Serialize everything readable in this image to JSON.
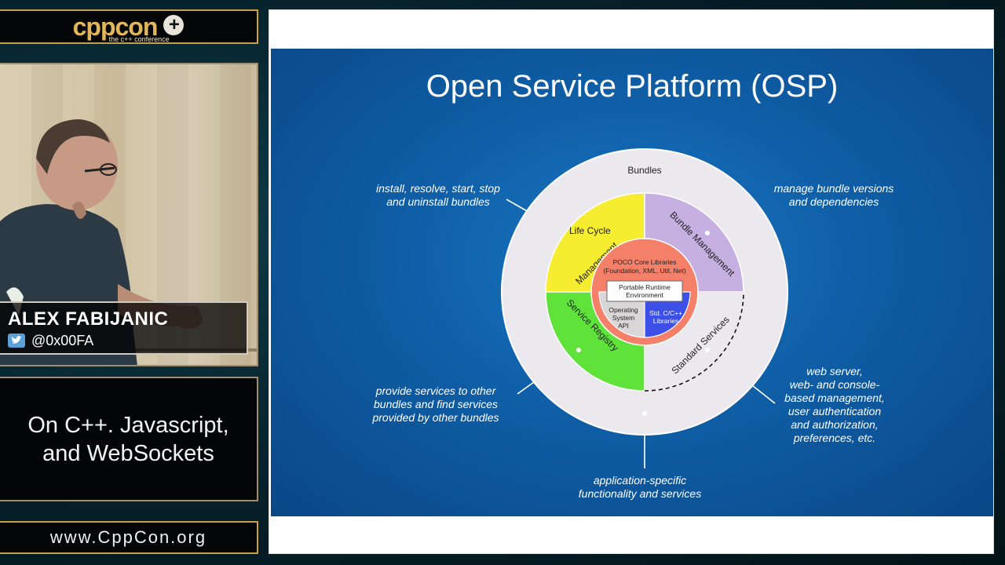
{
  "sidebar": {
    "logo_main": "cppcon",
    "logo_tagline": "the c++ conference",
    "speaker_name": "ALEX FABIJANIC",
    "speaker_handle": "@0x00FA",
    "talk_title_line1": "On C++. Javascript,",
    "talk_title_line2": "and WebSockets",
    "url": "www.CppCon.org"
  },
  "slide": {
    "title": "Open Service Platform (OSP)",
    "ring_label": "Bundles",
    "quadrants": {
      "top_left": "Life Cycle Management",
      "top_left_l1": "Life Cycle",
      "top_left_l2": "Management",
      "top_right": "Bundle Management",
      "bottom_left": "Service Registry",
      "bottom_right": "Standard Services"
    },
    "core": {
      "line1": "POCO Core Libraries",
      "line2": "(Foundation, XML, Util, Net)",
      "runtime_l1": "Portable Runtime",
      "runtime_l2": "Environment",
      "os_l1": "Operating",
      "os_l2": "System",
      "os_l3": "API",
      "std_l1": "Std. C/C++",
      "std_l2": "Libraries"
    },
    "annotations": {
      "lifecycle_l1": "install, resolve, start, stop",
      "lifecycle_l2": "and uninstall bundles",
      "bundle_l1": "manage bundle versions",
      "bundle_l2": "and dependencies",
      "registry_l1": "provide services to other",
      "registry_l2": "bundles and find services",
      "registry_l3": "provided by other bundles",
      "standard_l1": "web server,",
      "standard_l2": "web- and console-",
      "standard_l3": "based management,",
      "standard_l4": "user authentication",
      "standard_l5": "and authorization,",
      "standard_l6": "preferences, etc.",
      "app_l1": "application-specific",
      "app_l2": "functionality and services"
    },
    "colors": {
      "yellow": "#f6ec30",
      "purple": "#c6b0e2",
      "green": "#5fe23a",
      "core_red": "#f5806a",
      "blue": "#3c4fe6",
      "ring": "#ece9ee"
    }
  }
}
